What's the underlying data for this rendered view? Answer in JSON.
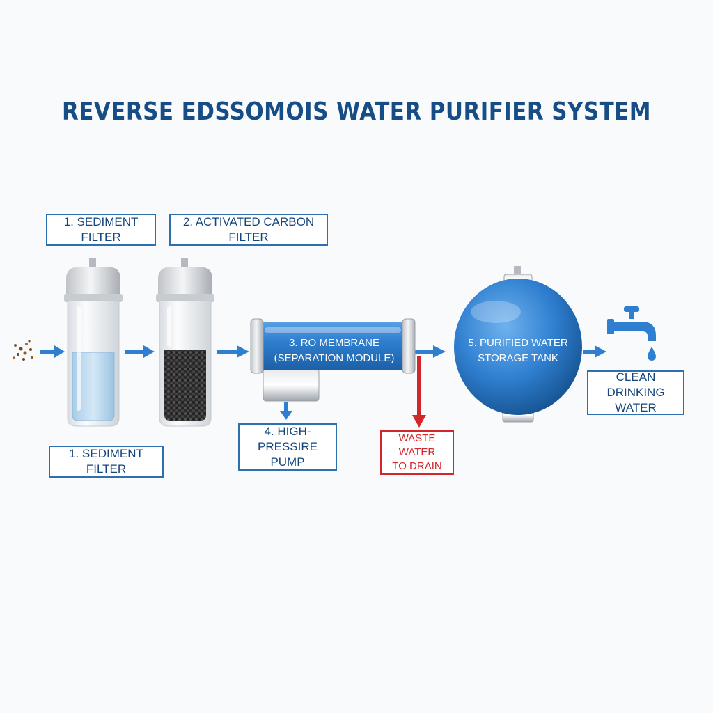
{
  "title": "REVERSE EDSSOMOIS WATER PURIFIER SYSTEM",
  "labels": {
    "sediment_top": "1. SEDIMENT FILTER",
    "carbon_top": "2. ACTIVATED CARBON FILTER",
    "sediment_bottom": "1. SEDIMENT FILTER",
    "pump": "4. HIGH-PRESSIRE\nPUMP",
    "waste": "WASTE WATER\nTO DRAIN",
    "clean": "CLEAN\nDRINKING WATER",
    "membrane": "3. RO MEMBRANE\n(SEPARATION MODULE)",
    "tank": "5. PURIFIED WATER\nSTORAGE TANK"
  },
  "colors": {
    "title": "#174d86",
    "label_border": "#2e6fb0",
    "flow_arrow": "#2f7fd0",
    "waste_arrow": "#d3262b",
    "water_blue": "#2d78c8",
    "carbon": "#2b2b2b"
  },
  "icons": [
    "sediment-particles-icon",
    "faucet-icon",
    "water-drop-icon"
  ]
}
